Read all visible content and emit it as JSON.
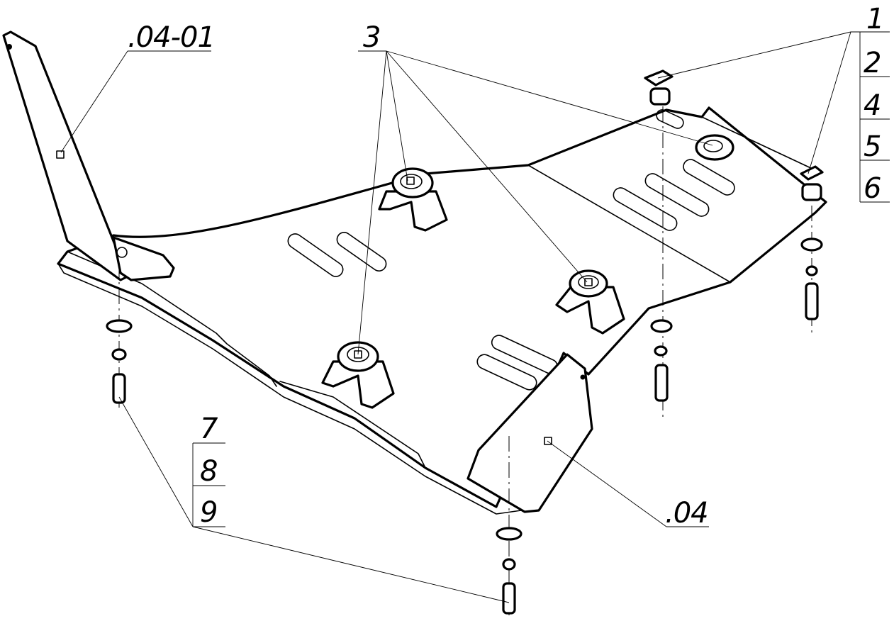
{
  "labels": {
    "part_04_01": ".04-01",
    "part_04": ".04",
    "pos_3": "3",
    "pos_1": "1",
    "pos_2": "2",
    "pos_4": "4",
    "pos_5": "5",
    "pos_6": "6",
    "pos_7": "7",
    "pos_8": "8",
    "pos_9": "9"
  },
  "colors": {
    "ink": "#000000",
    "paper": "#ffffff"
  }
}
